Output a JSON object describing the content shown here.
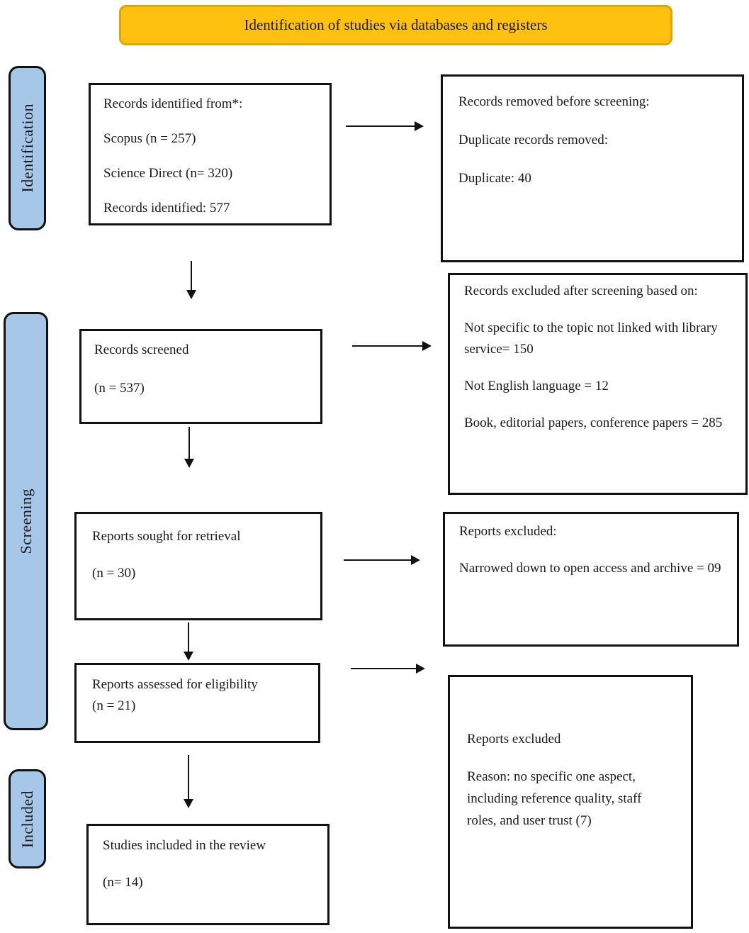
{
  "title": {
    "text": "Identification of studies via databases and registers"
  },
  "stages": {
    "identification": "Identification",
    "screening": "Screening",
    "included": "Included"
  },
  "boxes": {
    "records_identified": {
      "lines": [
        "Records identified from*:",
        "Scopus (n = 257)",
        "Science Direct (n= 320)",
        "Records identified: 577"
      ]
    },
    "records_removed": {
      "lines": [
        "Records removed before screening:",
        "Duplicate records removed:",
        "Duplicate: 40"
      ]
    },
    "records_screened": {
      "lines": [
        "Records screened",
        "(n = 537)"
      ]
    },
    "records_excluded_screening": {
      "lines": [
        "Records excluded after screening based on:",
        "Not specific to the topic not linked with library service= 150",
        "Not English language = 12",
        "Book, editorial papers, conference papers = 285"
      ]
    },
    "reports_sought": {
      "lines": [
        "Reports sought for retrieval",
        "(n = 30)"
      ]
    },
    "reports_excluded_retrieval": {
      "lines": [
        "Reports excluded:",
        "Narrowed down to open access and archive = 09"
      ]
    },
    "reports_assessed": {
      "lines": [
        "Reports assessed for eligibility",
        "(n = 21)"
      ]
    },
    "reports_excluded_eligibility": {
      "lines": [
        "Reports excluded",
        "Reason: no specific one aspect, including reference quality, staff roles, and user trust (7)"
      ]
    },
    "studies_included": {
      "lines": [
        "Studies included in the review",
        "(n= 14)"
      ]
    }
  },
  "colors": {
    "title_fill": "#fec110",
    "title_border": "#e2a400",
    "stage_fill": "#a7c7e8",
    "line_ink": "#111111"
  }
}
